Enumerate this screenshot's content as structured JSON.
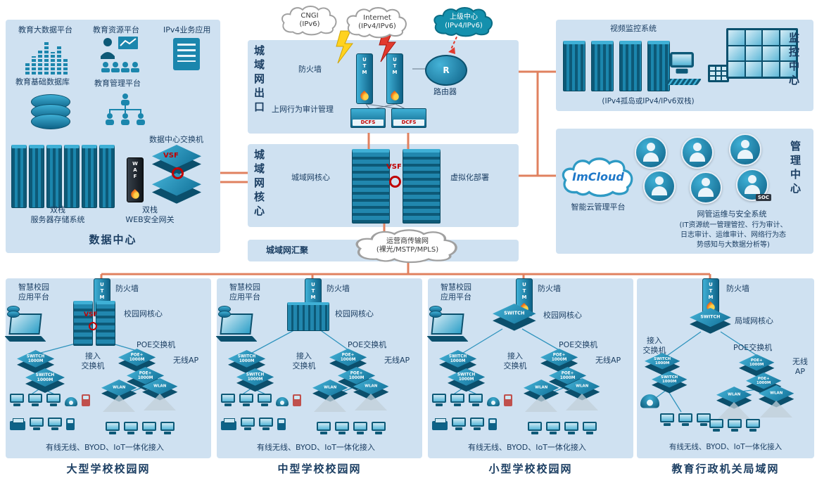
{
  "palette": {
    "panel_bg": "#cfe1f1",
    "link_salmon": "#e0815f",
    "device_teal": "#1b86ad",
    "device_dark": "#0b4f6c",
    "title_navy": "#1c3f63",
    "vsf_red": "#c00000"
  },
  "device_tags": {
    "utm": "UTM",
    "waf": "WAF",
    "dcfs": "DCFS",
    "router_r": "R",
    "vsf": "VSF",
    "poe": "POE+",
    "poe_speed": "1000M",
    "switch": "SWITCH",
    "switch_speed": "1000M",
    "wlan": "WLAN"
  },
  "data_center": {
    "title": "数据中心",
    "big_data_platform": "教育大数据平台",
    "resource_platform": "教育资源平台",
    "ipv4_app": "IPv4业务应用",
    "base_database": "教育基础数据库",
    "mgmt_platform": "教育管理平台",
    "dc_switch": "数据中心交换机",
    "storage_line1": "双栈",
    "storage_line2": "服务器存储系统",
    "waf_line1": "双栈",
    "waf_line2": "WEB安全网关"
  },
  "man_exit": {
    "title": "城域网出口",
    "firewall_label": "防火墙",
    "audit_label": "上网行为审计管理",
    "router_label": "路由器",
    "clouds": [
      {
        "line1": "CNGI",
        "line2": "(IPv6)"
      },
      {
        "line1": "Internet",
        "line2": "(IPv4/IPv6)"
      },
      {
        "line1": "上级中心",
        "line2": "(IPv4/IPv6)"
      }
    ]
  },
  "man_core": {
    "title": "城域网核心",
    "core_label": "城域网核心",
    "virtualization_label": "虚拟化部署"
  },
  "man_agg": {
    "label": "城域网汇聚",
    "cloud_line1": "运营商传输网",
    "cloud_line2": "(裸光/MSTP/MPLS)"
  },
  "monitoring": {
    "title": "监控中心",
    "video_label": "视频监控系统",
    "stack_label": "(IPv4孤岛或IPv4/IPv6双栈)"
  },
  "management": {
    "title": "管理中心",
    "imcloud": "ImCloud",
    "platform_label": "智能云管理平台",
    "soc_tag": "SOC",
    "nms_title": "网管运维与安全系统",
    "nms_line1": "(IT资源统一管理管控、行为审计、",
    "nms_line2": "日志审计、运维审计、网络行为态",
    "nms_line3": "势感知与大数据分析等)"
  },
  "campuses": [
    {
      "title": "大型学校校园网",
      "platform_line1": "智慧校园",
      "platform_line2": "应用平台",
      "firewall_label": "防火墙",
      "core_label": "校园网核心",
      "poe_label": "POE交换机",
      "access_line1": "接入",
      "access_line2": "交换机",
      "ap_label": "无线AP",
      "bottom_note": "有线无线、BYOD、IoT一体化接入"
    },
    {
      "title": "中型学校校园网",
      "platform_line1": "智慧校园",
      "platform_line2": "应用平台",
      "firewall_label": "防火墙",
      "core_label": "校园网核心",
      "poe_label": "POE交换机",
      "access_line1": "接入",
      "access_line2": "交换机",
      "ap_label": "无线AP",
      "bottom_note": "有线无线、BYOD、IoT一体化接入"
    },
    {
      "title": "小型学校校园网",
      "platform_line1": "智慧校园",
      "platform_line2": "应用平台",
      "firewall_label": "防火墙",
      "core_label": "校园网核心",
      "poe_label": "POE交换机",
      "access_line1": "接入",
      "access_line2": "交换机",
      "ap_label": "无线AP",
      "bottom_note": "有线无线、BYOD、IoT一体化接入"
    },
    {
      "title": "教育行政机关局域网",
      "firewall_label": "防火墙",
      "core_label": "局域网核心",
      "poe_label": "POE交换机",
      "access_line1": "接入",
      "access_line2": "交换机",
      "ap_line1": "无线",
      "ap_line2": "AP",
      "bottom_note": "有线无线、BYOD、IoT一体化接入"
    }
  ]
}
